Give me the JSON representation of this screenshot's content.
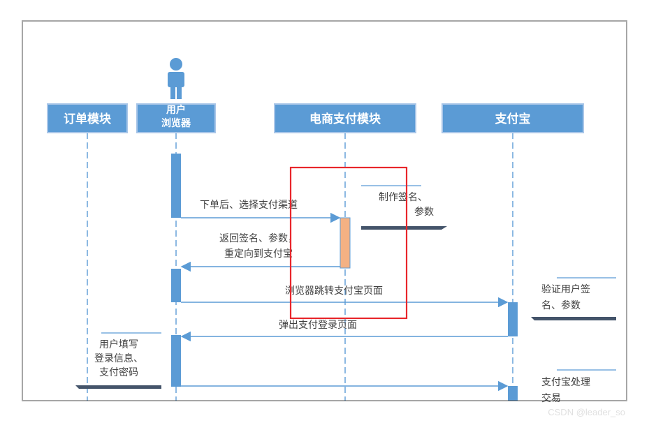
{
  "participants": [
    {
      "id": "order",
      "label": "订单模块"
    },
    {
      "id": "browser",
      "label": "用户\n浏览器"
    },
    {
      "id": "pay",
      "label": "电商支付模块"
    },
    {
      "id": "alipay",
      "label": "支付宝"
    }
  ],
  "messages": [
    {
      "label": "下单后、选择支付渠道"
    },
    {
      "label": "返回签名、参数，\n重定向到支付宝"
    },
    {
      "label": "浏览器跳转支付宝页面"
    },
    {
      "label": "弹出支付登录页面"
    },
    {
      "label": ""
    }
  ],
  "notes": [
    {
      "label": "制作签名、\n参数"
    },
    {
      "label": "验证用户签\n名、参数"
    },
    {
      "label": "用户填写\n登录信息、\n支付密码"
    },
    {
      "label": "支付宝处理\n交易"
    }
  ],
  "watermark": "CSDN @leader_so",
  "colors": {
    "box": "#5b9bd5",
    "activation": "#5b9bd5",
    "pay_activation": "#f4b183",
    "line": "#5b9bd5",
    "highlight": "#e8262b",
    "text": "#404040"
  }
}
